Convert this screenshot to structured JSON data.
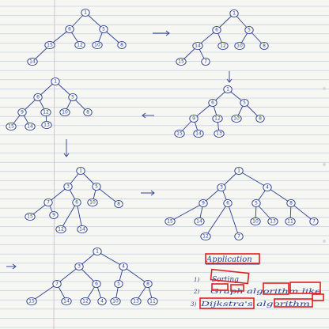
{
  "page": {
    "ink_color": "#2b3f8f",
    "paper_color": "#f6f6f2",
    "rule_color": "#b9c6dd",
    "margin_color": "#c9b7c7",
    "highlight_color": "#e02020"
  },
  "applications": {
    "heading": "Application",
    "items": [
      {
        "num": "1)",
        "text": "Sorting"
      },
      {
        "num": "2)",
        "text": "Graph algorithm like"
      },
      {
        "num": "3)",
        "text": "Dijkstra's algorithm"
      }
    ]
  },
  "trees": [
    {
      "id": "t1",
      "nodes": [
        [
          "1",
          108,
          16
        ],
        [
          "6",
          88,
          37
        ],
        [
          "5",
          131,
          37
        ],
        [
          "15",
          63,
          57
        ],
        [
          "12",
          101,
          57
        ],
        [
          "10",
          123,
          57
        ],
        [
          "8",
          154,
          57
        ],
        [
          "14",
          41,
          78
        ]
      ],
      "edges": [
        [
          0,
          1
        ],
        [
          0,
          2
        ],
        [
          1,
          3
        ],
        [
          1,
          4
        ],
        [
          2,
          5
        ],
        [
          2,
          6
        ],
        [
          3,
          7
        ]
      ]
    },
    {
      "id": "t2",
      "nodes": [
        [
          "1",
          296,
          17
        ],
        [
          "6",
          274,
          38
        ],
        [
          "5",
          315,
          38
        ],
        [
          "14",
          250,
          58
        ],
        [
          "12",
          282,
          58
        ],
        [
          "10",
          303,
          58
        ],
        [
          "8",
          334,
          58
        ],
        [
          "15",
          229,
          78
        ],
        [
          "7",
          260,
          78
        ]
      ],
      "edges": [
        [
          0,
          1
        ],
        [
          0,
          2
        ],
        [
          1,
          3
        ],
        [
          1,
          4
        ],
        [
          2,
          5
        ],
        [
          2,
          6
        ],
        [
          3,
          7
        ],
        [
          3,
          8
        ]
      ]
    },
    {
      "id": "t3",
      "nodes": [
        [
          "1",
          70,
          103
        ],
        [
          "6",
          48,
          123
        ],
        [
          "5",
          92,
          123
        ],
        [
          "9",
          28,
          142
        ],
        [
          "12",
          58,
          142
        ],
        [
          "10",
          82,
          142
        ],
        [
          "8",
          111,
          142
        ],
        [
          "15",
          14,
          160
        ],
        [
          "14",
          38,
          160
        ],
        [
          "13",
          59,
          158
        ]
      ],
      "edges": [
        [
          0,
          1
        ],
        [
          0,
          2
        ],
        [
          1,
          3
        ],
        [
          1,
          4
        ],
        [
          2,
          5
        ],
        [
          2,
          6
        ],
        [
          3,
          7
        ],
        [
          3,
          8
        ],
        [
          4,
          9
        ]
      ]
    },
    {
      "id": "t4",
      "nodes": [
        [
          "1",
          288,
          113
        ],
        [
          "6",
          269,
          130
        ],
        [
          "5",
          309,
          130
        ],
        [
          "9",
          245,
          150
        ],
        [
          "12",
          275,
          150
        ],
        [
          "10",
          299,
          150
        ],
        [
          "8",
          329,
          150
        ],
        [
          "15",
          227,
          169
        ],
        [
          "14",
          251,
          169
        ],
        [
          "13",
          277,
          169
        ]
      ],
      "edges": [
        [
          0,
          1
        ],
        [
          0,
          2
        ],
        [
          1,
          3
        ],
        [
          1,
          4
        ],
        [
          2,
          5
        ],
        [
          2,
          6
        ],
        [
          3,
          7
        ],
        [
          3,
          8
        ],
        [
          4,
          9
        ]
      ]
    },
    {
      "id": "t5",
      "nodes": [
        [
          "1",
          102,
          216
        ],
        [
          "3",
          86,
          236
        ],
        [
          "5",
          122,
          236
        ],
        [
          "6",
          97,
          256
        ],
        [
          "10",
          117,
          256
        ],
        [
          "8",
          150,
          258
        ],
        [
          "15",
          38,
          274
        ],
        [
          "9",
          68,
          272
        ],
        [
          "12",
          77,
          290
        ],
        [
          "14",
          104,
          290
        ],
        [
          "7",
          61,
          256
        ]
      ],
      "edges": [
        [
          0,
          1
        ],
        [
          0,
          2
        ],
        [
          1,
          10
        ],
        [
          1,
          3
        ],
        [
          2,
          4
        ],
        [
          2,
          5
        ],
        [
          10,
          6
        ],
        [
          10,
          7
        ],
        [
          3,
          8
        ],
        [
          3,
          9
        ]
      ]
    },
    {
      "id": "t6",
      "nodes": [
        [
          "1",
          302,
          216
        ],
        [
          "3",
          280,
          237
        ],
        [
          "4",
          338,
          237
        ],
        [
          "9",
          257,
          257
        ],
        [
          "6",
          288,
          257
        ],
        [
          "5",
          324,
          257
        ],
        [
          "8",
          368,
          257
        ],
        [
          "15",
          215,
          280
        ],
        [
          "14",
          252,
          280
        ],
        [
          "10",
          323,
          280
        ],
        [
          "13",
          345,
          280
        ],
        [
          "11",
          367,
          280
        ],
        [
          "7",
          397,
          280
        ],
        [
          "12",
          260,
          299
        ],
        [
          "7",
          302,
          299
        ]
      ],
      "edges": [
        [
          0,
          1
        ],
        [
          0,
          2
        ],
        [
          1,
          3
        ],
        [
          1,
          4
        ],
        [
          2,
          5
        ],
        [
          2,
          6
        ],
        [
          3,
          7
        ],
        [
          3,
          8
        ],
        [
          5,
          9
        ],
        [
          5,
          10
        ],
        [
          6,
          11
        ],
        [
          6,
          12
        ],
        [
          4,
          13
        ],
        [
          4,
          14
        ]
      ]
    },
    {
      "id": "t7",
      "nodes": [
        [
          "1",
          123,
          318
        ],
        [
          "3",
          100,
          337
        ],
        [
          "4",
          156,
          337
        ],
        [
          "7",
          72,
          359
        ],
        [
          "6",
          122,
          359
        ],
        [
          "5",
          150,
          359
        ],
        [
          "8",
          187,
          359
        ],
        [
          "15",
          40,
          381
        ],
        [
          "14",
          84,
          381
        ],
        [
          "12",
          108,
          381
        ],
        [
          "4",
          129,
          381
        ],
        [
          "10",
          146,
          381
        ],
        [
          "13",
          172,
          381
        ],
        [
          "11",
          193,
          381
        ]
      ],
      "edges": [
        [
          0,
          1
        ],
        [
          0,
          2
        ],
        [
          1,
          3
        ],
        [
          1,
          4
        ],
        [
          2,
          5
        ],
        [
          2,
          6
        ],
        [
          3,
          7
        ],
        [
          3,
          8
        ],
        [
          4,
          9
        ],
        [
          4,
          10
        ],
        [
          5,
          11
        ],
        [
          6,
          12
        ],
        [
          6,
          13
        ]
      ]
    }
  ]
}
